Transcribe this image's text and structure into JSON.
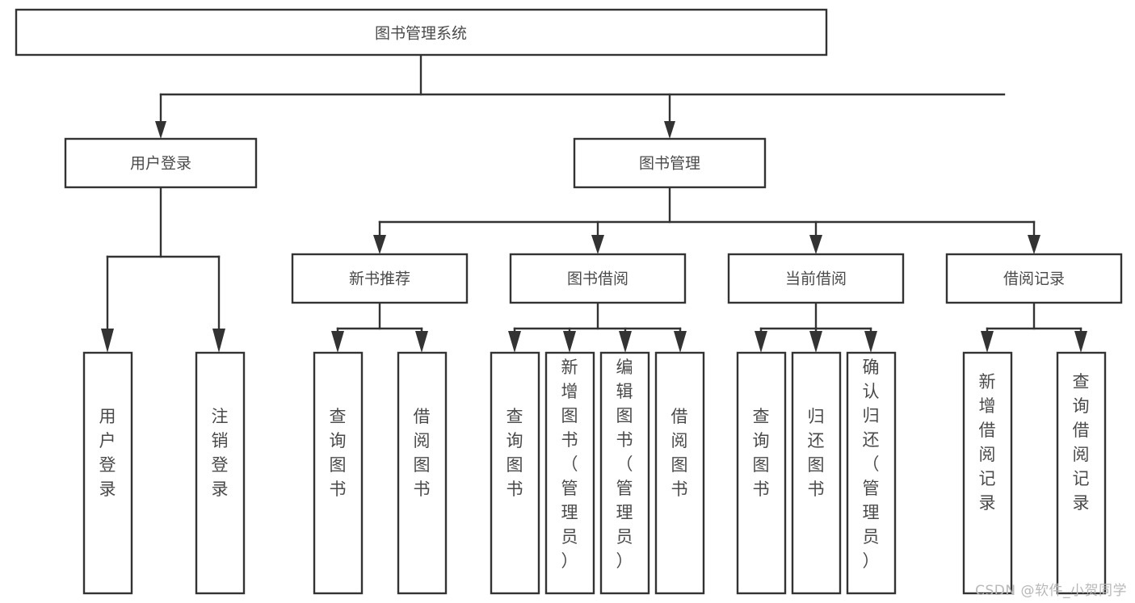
{
  "diagram": {
    "type": "tree-hierarchy",
    "title": "图书管理系统",
    "root": {
      "id": "root",
      "label": "图书管理系统"
    },
    "level2": [
      {
        "id": "user-login",
        "label": "用户登录"
      },
      {
        "id": "book-management",
        "label": "图书管理"
      }
    ],
    "level3": [
      {
        "id": "new-book-recommend",
        "label": "新书推荐",
        "parent": "book-management"
      },
      {
        "id": "book-borrow",
        "label": "图书借阅",
        "parent": "book-management"
      },
      {
        "id": "current-borrow",
        "label": "当前借阅",
        "parent": "book-management"
      },
      {
        "id": "borrow-record",
        "label": "借阅记录",
        "parent": "book-management"
      }
    ],
    "leaves": {
      "user-login": [
        {
          "id": "leaf-user-login",
          "label": "用户登录"
        },
        {
          "id": "leaf-logout-login",
          "label": "注销登录"
        }
      ],
      "new-book-recommend": [
        {
          "id": "leaf-query-book-1",
          "label": "查询图书"
        },
        {
          "id": "leaf-borrow-book-1",
          "label": "借阅图书"
        }
      ],
      "book-borrow": [
        {
          "id": "leaf-query-book-2",
          "label": "查询图书"
        },
        {
          "id": "leaf-add-book",
          "label": "新增图书（管理员）"
        },
        {
          "id": "leaf-edit-book",
          "label": "编辑图书（管理员）"
        },
        {
          "id": "leaf-borrow-book-2",
          "label": "借阅图书"
        }
      ],
      "current-borrow": [
        {
          "id": "leaf-query-book-3",
          "label": "查询图书"
        },
        {
          "id": "leaf-return-book",
          "label": "归还图书"
        },
        {
          "id": "leaf-confirm-return",
          "label": "确认归还（管理员）"
        }
      ],
      "borrow-record": [
        {
          "id": "leaf-add-record",
          "label": "新增借阅记录"
        },
        {
          "id": "leaf-query-record",
          "label": "查询借阅记录"
        }
      ]
    }
  },
  "watermark": {
    "text": "CSDN @软件_小贺同学"
  },
  "colors": {
    "box_fill": "#ffffff",
    "box_stroke": "#333333",
    "text": "#4a4a4a",
    "watermark": "#b8b8b8",
    "background": "#ffffff"
  }
}
